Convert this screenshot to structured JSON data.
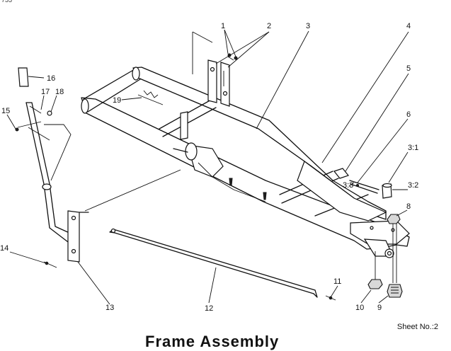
{
  "header": {
    "corner_text": "755"
  },
  "callouts": {
    "c1": "1",
    "c2": "2",
    "c3": "3",
    "c4": "4",
    "c5": "5",
    "c6": "6",
    "c3_1": "3:1",
    "c3_2": "3:2",
    "c3_3": "3:3",
    "c8": "8",
    "c9": "9",
    "c10": "10",
    "c11": "11",
    "c12": "12",
    "c13": "13",
    "c14": "14",
    "c15": "15",
    "c16": "16",
    "c17": "17",
    "c18": "18",
    "c19": "19"
  },
  "footer": {
    "sheet": "Sheet No.:2",
    "title": "Frame Assembly"
  }
}
